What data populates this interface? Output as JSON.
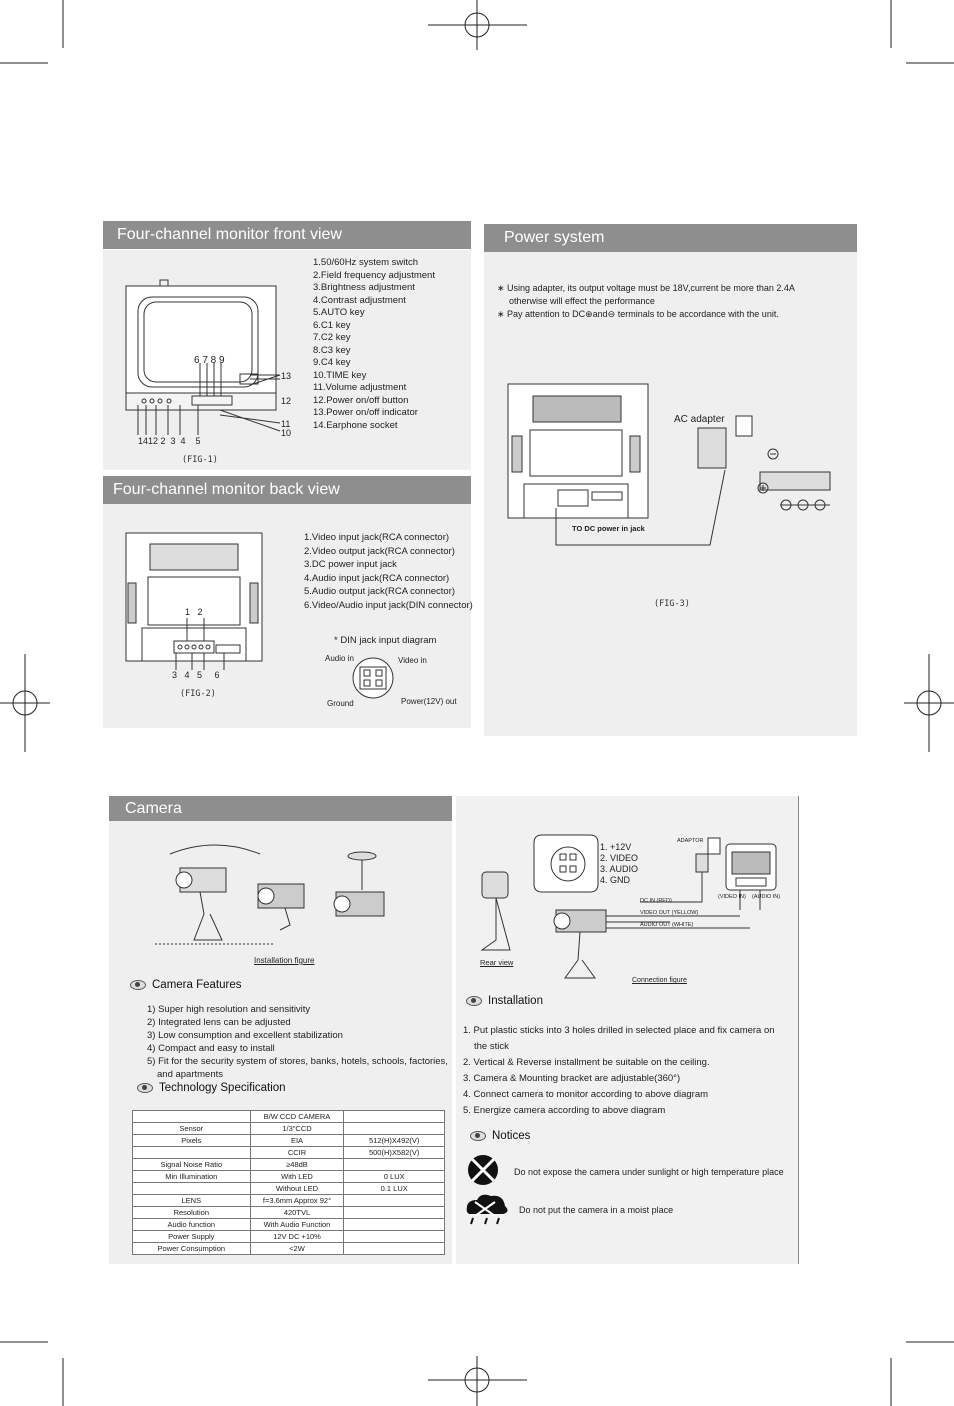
{
  "front": {
    "title": "Four-channel monitor front view",
    "items": [
      "1.50/60Hz system switch",
      "2.Field frequency adjustment",
      "3.Brightness adjustment",
      "4.Contrast adjustment",
      "5.AUTO key",
      "6.C1 key",
      "7.C2 key",
      "8.C3 key",
      "9.C4 key",
      "10.TIME key",
      "11.Volume adjustment",
      "12.Power on/off button",
      "13.Power on/off indicator",
      "14.Earphone socket"
    ],
    "callouts": {
      "top": "6 7 8 9",
      "bottom": "1412 2  3  4    5",
      "c13": "13",
      "c12": "12",
      "c11": "11",
      "c10": "10"
    },
    "fig": "(FIG-1)"
  },
  "back": {
    "title": "Four-channel monitor back view",
    "items": [
      "1.Video input jack(RCA connector)",
      "2.Video output jack(RCA connector)",
      "3.DC power input jack",
      "4.Audio input jack(RCA connector)",
      "5.Audio output jack(RCA connector)",
      "6.Video/Audio input jack(DIN connector)"
    ],
    "callouts": {
      "top": "1   2",
      "bottom": "3   4   5     6"
    },
    "din_title": "* DIN jack input diagram",
    "din_labels": {
      "audio_in": "Audio in",
      "video_in": "Video in",
      "ground": "Ground",
      "power": "Power(12V) out"
    },
    "fig": "(FIG-2)"
  },
  "power": {
    "title": "Power system",
    "notes": [
      "Using adapter, its output voltage must be 18V,current be more than 2.4A",
      "otherwise will effect the performance",
      "Pay attention to DC",
      "and",
      "terminals to be accordance with the unit."
    ],
    "ac_adapter": "AC adapter",
    "to_dc": "TO DC power in  jack",
    "fig": "(FIG-3)"
  },
  "camera": {
    "title": "Camera",
    "install_fig": "Installation figure",
    "features_title": "Camera Features",
    "features": [
      "1) Super high resolution and sensitivity",
      "2) Integrated lens can be adjusted",
      "3) Low consumption and excellent stabilization",
      "4) Compact and easy to install",
      "5) Fit for the security system of stores, banks, hotels, schools, factories,",
      "and apartments"
    ],
    "spec_title": "Technology Specification",
    "spec_rows": [
      [
        "",
        "B/W CCD CAMERA",
        ""
      ],
      [
        "Sensor",
        "1/3\"CCD",
        ""
      ],
      [
        "Pixels",
        "EIA",
        "512(H)X492(V)"
      ],
      [
        "",
        "CCIR",
        "500(H)X582(V)"
      ],
      [
        "Signal Noise Ratio",
        "≥48dB",
        ""
      ],
      [
        "Min Illumination",
        "With LED",
        "0 LUX"
      ],
      [
        "",
        "Without LED",
        "0.1 LUX"
      ],
      [
        "LENS",
        "f=3.6mm  Approx 92°",
        ""
      ],
      [
        "Resolution",
        "420TVL",
        ""
      ],
      [
        "Audio function",
        "With Audio Function",
        ""
      ],
      [
        "Power Supply",
        "12V DC +10%",
        ""
      ],
      [
        "Power Consumption",
        "<2W",
        ""
      ]
    ]
  },
  "connection": {
    "pins": [
      "1. +12V",
      "2. VIDEO",
      "3. AUDIO",
      "4. GND"
    ],
    "adaptor": "ADAPTOR",
    "rear_view": "Rear view",
    "conn_fig": "Connection figure",
    "lines": [
      "DC IN (RED)",
      "VIDEO OUT (YELLOW)",
      "AUDIO OUT (WHITE)"
    ],
    "video_in": "(VIDEO IN)",
    "audio_in": "(AUDIO IN)",
    "install_title": "Installation",
    "install_steps": [
      "1. Put plastic sticks into 3 holes drilled in selected place and fix camera on",
      "the stick",
      "2. Vertical & Reverse  installment be suitable on the ceiling.",
      "3. Camera & Mounting bracket are adjustable(360°)",
      "4. Connect camera to monitor according to above diagram",
      "5. Energize camera according to above diagram"
    ],
    "notices_title": "Notices",
    "notices": [
      "Do not expose the camera under sunlight or high temperature place",
      "Do not put the camera in a moist place"
    ]
  }
}
